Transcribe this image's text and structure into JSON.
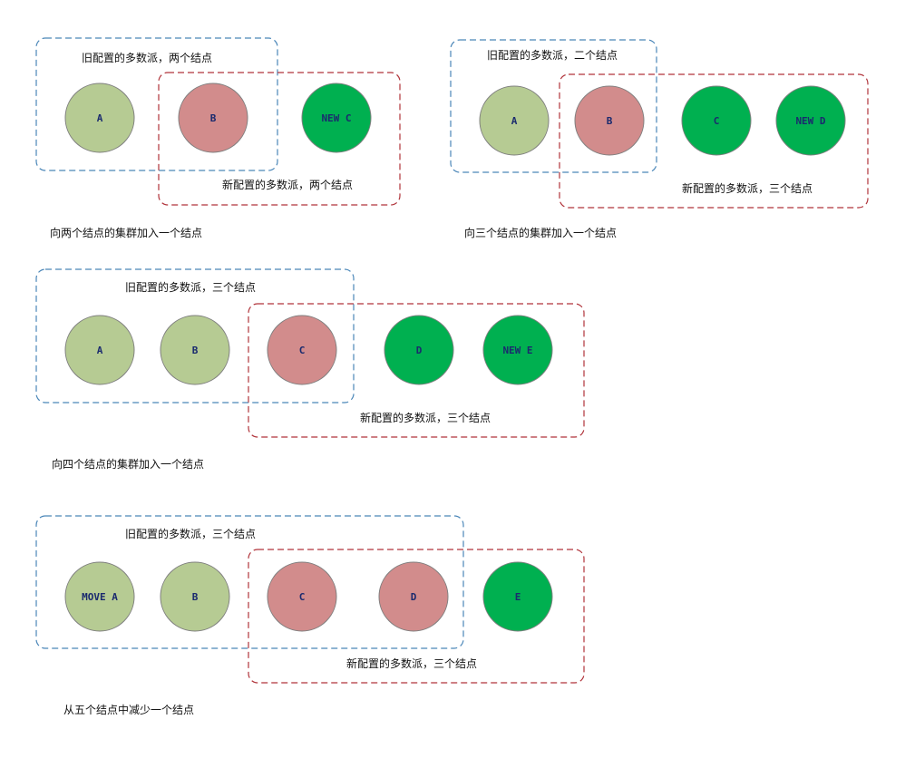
{
  "colors": {
    "old_border": "#4a86b8",
    "new_border": "#b0333a",
    "kept": "#b6cb93",
    "shared": "#d28c8c",
    "added": "#00b050",
    "circle_stroke": "#7f7f7f"
  },
  "scenarios": [
    {
      "id": "s1",
      "old_label": "旧配置的多数派，两个结点",
      "new_label": "新配置的多数派，两个结点",
      "caption": "向两个结点的集群加入一个结点",
      "nodes": [
        {
          "label": "A",
          "kind": "kept"
        },
        {
          "label": "B",
          "kind": "shared"
        },
        {
          "label": "NEW C",
          "kind": "added"
        }
      ]
    },
    {
      "id": "s2",
      "old_label": "旧配置的多数派，二个结点",
      "new_label": "新配置的多数派，三个结点",
      "caption": "向三个结点的集群加入一个结点",
      "nodes": [
        {
          "label": "A",
          "kind": "kept"
        },
        {
          "label": "B",
          "kind": "shared"
        },
        {
          "label": "C",
          "kind": "added"
        },
        {
          "label": "NEW D",
          "kind": "added"
        }
      ]
    },
    {
      "id": "s3",
      "old_label": "旧配置的多数派，三个结点",
      "new_label": "新配置的多数派，三个结点",
      "caption": "向四个结点的集群加入一个结点",
      "nodes": [
        {
          "label": "A",
          "kind": "kept"
        },
        {
          "label": "B",
          "kind": "kept"
        },
        {
          "label": "C",
          "kind": "shared"
        },
        {
          "label": "D",
          "kind": "added"
        },
        {
          "label": "NEW E",
          "kind": "added"
        }
      ]
    },
    {
      "id": "s4",
      "old_label": "旧配置的多数派，三个结点",
      "new_label": "新配置的多数派，三个结点",
      "caption": "从五个结点中减少一个结点",
      "nodes": [
        {
          "label": "MOVE A",
          "kind": "kept"
        },
        {
          "label": "B",
          "kind": "kept"
        },
        {
          "label": "C",
          "kind": "shared"
        },
        {
          "label": "D",
          "kind": "shared"
        },
        {
          "label": "E",
          "kind": "added"
        }
      ]
    }
  ]
}
